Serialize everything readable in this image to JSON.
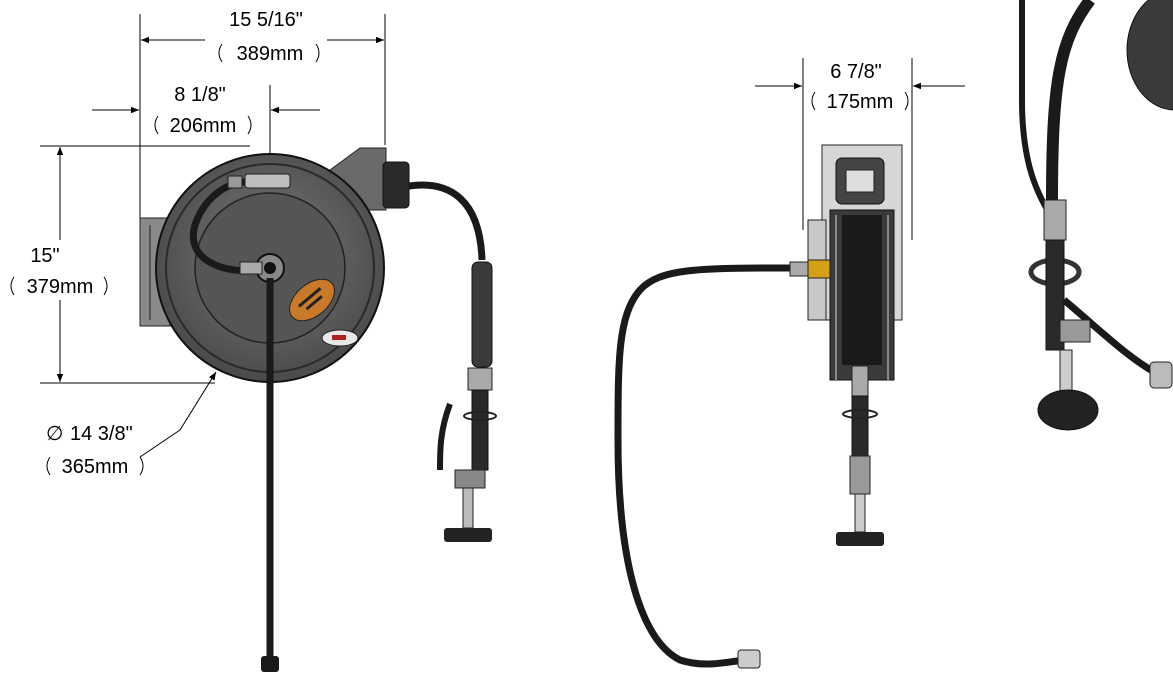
{
  "front_view": {
    "width_overall": {
      "imperial": "15 5/16\"",
      "metric": "389mm"
    },
    "width_center": {
      "imperial": "8 1/8\"",
      "metric": "206mm"
    },
    "height": {
      "imperial": "15\"",
      "metric": "379mm"
    },
    "diameter": {
      "symbol": "∅",
      "imperial": "14 3/8\"",
      "metric": "365mm"
    }
  },
  "side_view": {
    "depth": {
      "imperial": "6 7/8\"",
      "metric": "175mm"
    }
  },
  "colors": {
    "reel_body": "#5a5a5a",
    "reel_dark": "#3a3a3a",
    "hose": "#1a1a1a",
    "label_orange": "#c87a2a",
    "brass": "#d4a017",
    "metal_light": "#cfcfcf"
  }
}
